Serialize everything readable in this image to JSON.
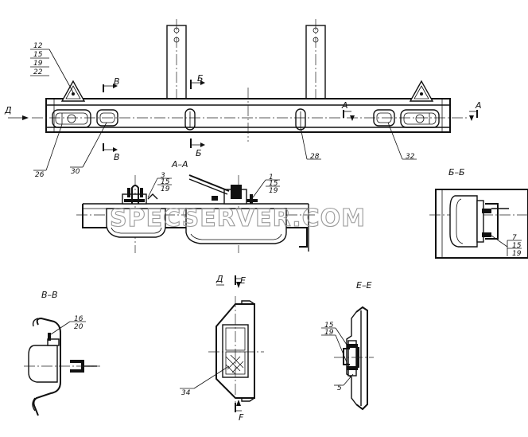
{
  "watermark": "SPECSERVER.COM",
  "section_titles": {
    "a_a": "А–А",
    "b_b": "Б–Б",
    "v_v": "В–В",
    "d": "Д",
    "e_e": "Е–Е"
  },
  "cut_marks": {
    "v": "В",
    "b": "Б",
    "a": "А",
    "d": "Д",
    "e": "Е",
    "f": "F"
  },
  "callouts": {
    "top_left_stack": [
      "12",
      "15",
      "19",
      "22"
    ],
    "c26": "26",
    "c30": "30",
    "c28": "28",
    "c32": "32",
    "aa_left_stack": [
      "3",
      "15",
      "19"
    ],
    "aa_right_stack": [
      "1",
      "15",
      "19"
    ],
    "bb_stack": [
      "7",
      "15",
      "19"
    ],
    "vv_stack": [
      "16",
      "20"
    ],
    "c34": "34",
    "ee_stack": [
      "15",
      "19"
    ],
    "c5": "5"
  }
}
